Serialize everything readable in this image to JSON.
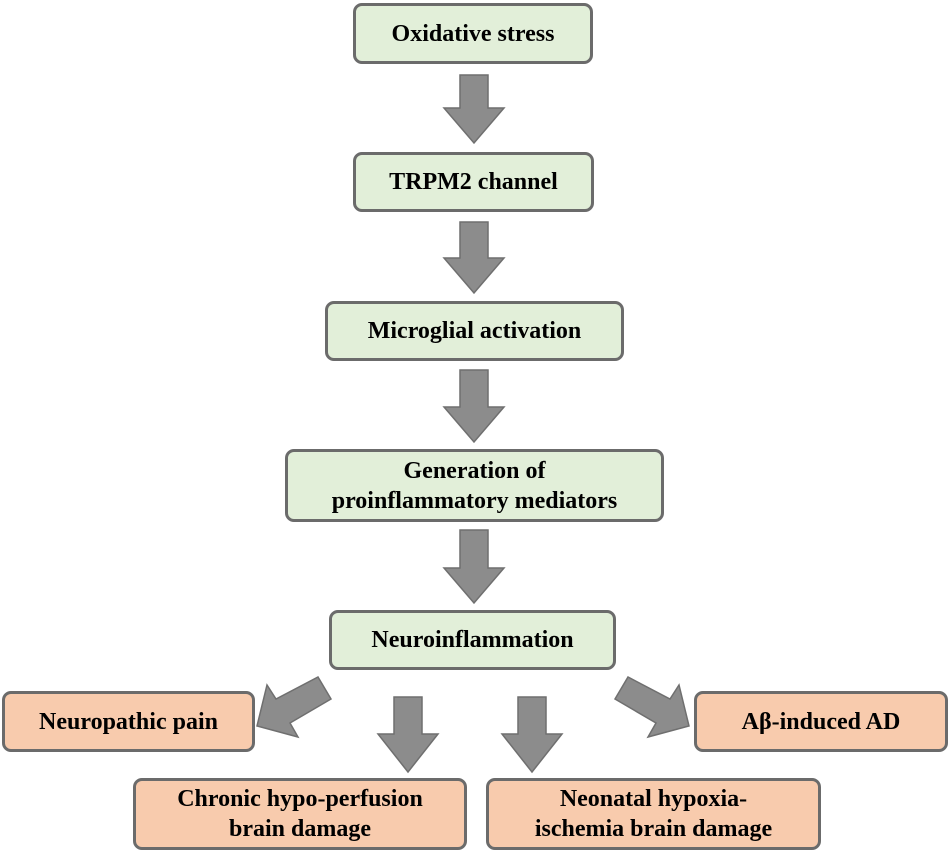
{
  "nodes": {
    "oxidative_stress": "Oxidative stress",
    "trpm2_channel": "TRPM2 channel",
    "microglial_activation": "Microglial activation",
    "proinflammatory_line1": "Generation of",
    "proinflammatory_line2": "proinflammatory mediators",
    "neuroinflammation": "Neuroinflammation",
    "neuropathic_pain": "Neuropathic pain",
    "abeta_ad": "Aβ-induced AD",
    "chronic_line1": "Chronic hypo-perfusion",
    "chronic_line2": "brain damage",
    "neonatal_line1": "Neonatal hypoxia-",
    "neonatal_line2": "ischemia brain damage"
  },
  "colors": {
    "upstream_fill": "#e2efd9",
    "outcome_fill": "#f8cbad",
    "border": "#6b6b6b",
    "arrow": "#8c8c8c"
  }
}
